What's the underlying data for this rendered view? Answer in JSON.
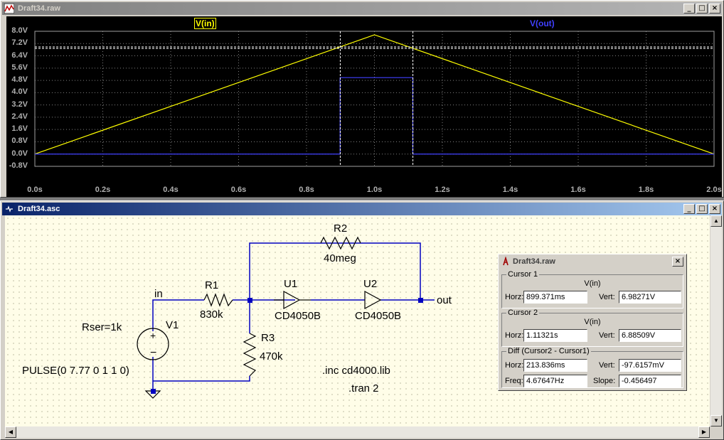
{
  "plot_window": {
    "title": "Draft34.raw",
    "buttons": [
      "_",
      "□",
      "×"
    ],
    "traces": [
      {
        "label": "V(in)",
        "color": "#ffff00"
      },
      {
        "label": "V(out)",
        "color": "#4040ff"
      }
    ]
  },
  "chart_data": {
    "type": "line",
    "xlabel": "",
    "ylabel": "",
    "x_ticks": [
      "0.0s",
      "0.2s",
      "0.4s",
      "0.6s",
      "0.8s",
      "1.0s",
      "1.2s",
      "1.4s",
      "1.6s",
      "1.8s",
      "2.0s"
    ],
    "y_ticks": [
      "8.0V",
      "7.2V",
      "6.4V",
      "5.6V",
      "4.8V",
      "4.0V",
      "3.2V",
      "2.4V",
      "1.6V",
      "0.8V",
      "0.0V",
      "-0.8V"
    ],
    "xlim": [
      0,
      2.0
    ],
    "ylim": [
      -0.8,
      8.0
    ],
    "grid": true,
    "series": [
      {
        "name": "V(in)",
        "color": "#ffff00",
        "x": [
          0,
          1.0,
          2.0
        ],
        "y": [
          0,
          7.77,
          0
        ]
      },
      {
        "name": "V(out)",
        "color": "#4040ff",
        "x": [
          0,
          0.899,
          0.899,
          1.113,
          1.113,
          2.0
        ],
        "y": [
          0,
          0,
          4.98,
          4.98,
          0,
          0
        ]
      }
    ],
    "cursors": [
      {
        "x": 0.899371,
        "y": 6.98271
      },
      {
        "x": 1.11321,
        "y": 6.88509
      }
    ]
  },
  "schematic_window": {
    "title": "Draft34.asc",
    "buttons": [
      "_",
      "□",
      "×"
    ],
    "labels": {
      "r2": "R2",
      "r2_val": "40meg",
      "r1": "R1",
      "r1_val": "830k",
      "r3": "R3",
      "r3_val": "470k",
      "u1": "U1",
      "u1_val": "CD4050B",
      "u2": "U2",
      "u2_val": "CD4050B",
      "v1": "V1",
      "rser": "Rser=1k",
      "pulse": "PULSE(0 7.77 0 1 1 0)",
      "net_in": "in",
      "net_out": "out",
      "inc": ".inc cd4000.lib",
      "tran": ".tran 2"
    }
  },
  "cursor_window": {
    "title": "Draft34.raw",
    "close": "×",
    "cursor1": {
      "title": "Cursor 1",
      "trace": "V(in)",
      "horz_label": "Horz:",
      "horz": "899.371ms",
      "vert_label": "Vert:",
      "vert": "6.98271V"
    },
    "cursor2": {
      "title": "Cursor 2",
      "trace": "V(in)",
      "horz_label": "Horz:",
      "horz": "1.11321s",
      "vert_label": "Vert:",
      "vert": "6.88509V"
    },
    "diff": {
      "title": "Diff (Cursor2 - Cursor1)",
      "horz_label": "Horz:",
      "horz": "213.836ms",
      "vert_label": "Vert:",
      "vert": "-97.6157mV",
      "freq_label": "Freq:",
      "freq": "4.67647Hz",
      "slope_label": "Slope:",
      "slope": "-0.456497"
    }
  }
}
